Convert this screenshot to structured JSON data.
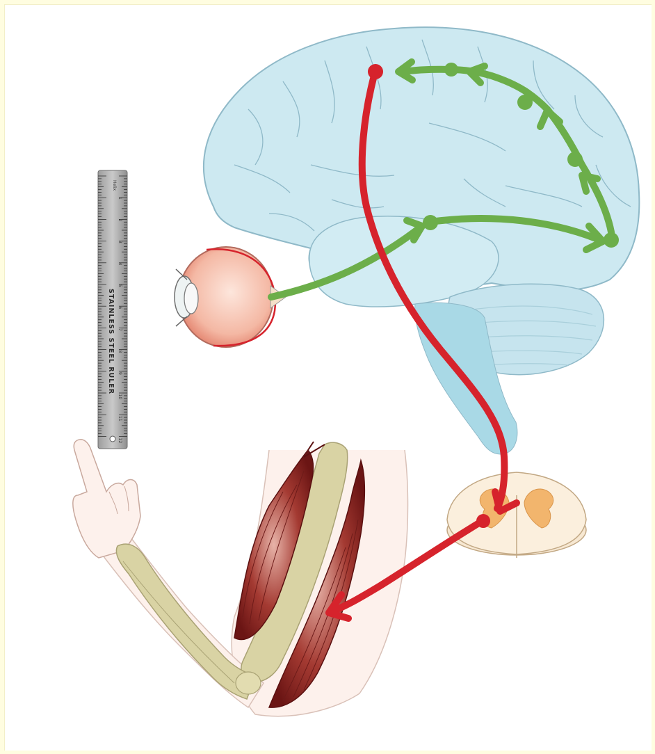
{
  "ruler": {
    "text": "STAINLESS STEEL RULER",
    "brand": "Helix",
    "numbers": [
      "1",
      "2",
      "3",
      "4",
      "5",
      "6",
      "7",
      "8",
      "9",
      "10",
      "11",
      "12"
    ]
  },
  "colors": {
    "background": "#fffde0",
    "brain": "#cde9f1",
    "brain_outline": "#8fb9c8",
    "visual_pathway": "#6cae4a",
    "motor_pathway": "#d6232c",
    "muscle": "#8a2220",
    "bone": "#d9d3a4",
    "spinal_grey_matter": "#f2b56d"
  },
  "pathways": {
    "visual": {
      "icon": "green-arrow-path"
    },
    "motor": {
      "icon": "red-arrow-path"
    }
  }
}
